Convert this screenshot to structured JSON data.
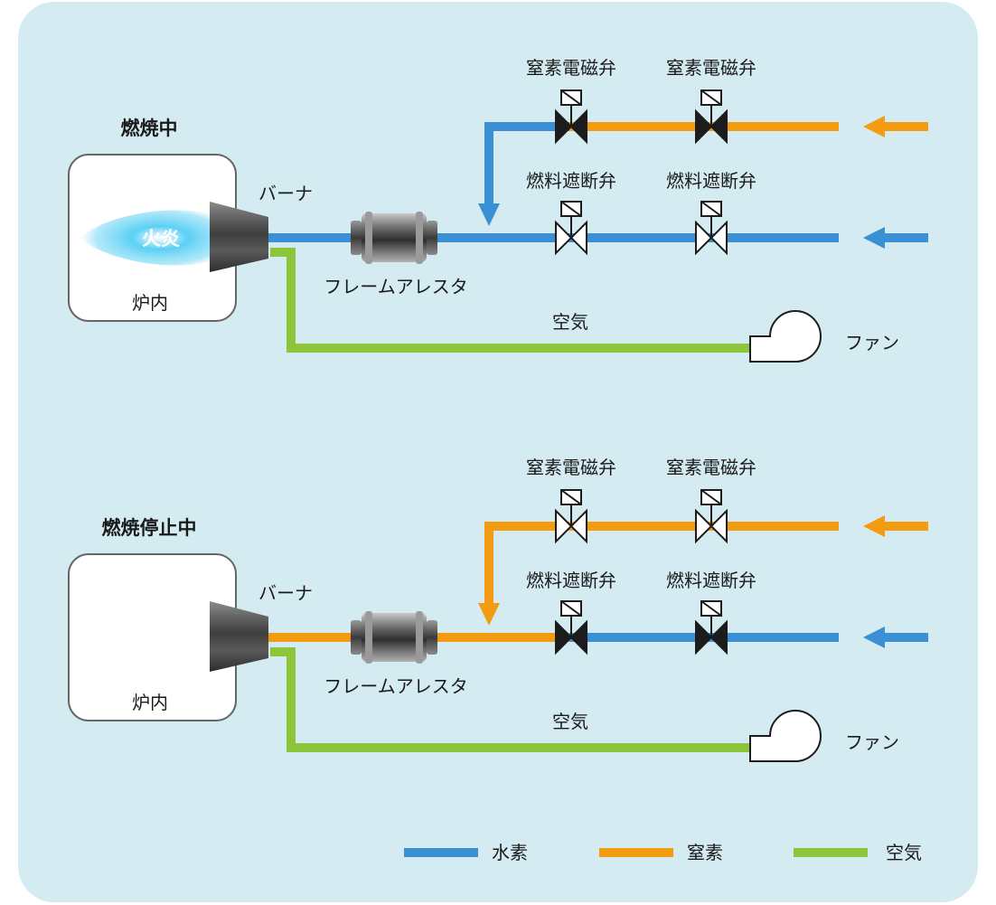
{
  "colors": {
    "background": "#d4ebf2",
    "hydrogen": "#3b8fd4",
    "nitrogen": "#f39c12",
    "air": "#8cc43a",
    "valve_open": "#ffffff",
    "valve_closed": "#1c1c1c",
    "burner": "#555555"
  },
  "panels": [
    {
      "state_title": "燃焼中",
      "furnace_label": "炉内",
      "flame_label": "火炎",
      "burner_label": "バーナ",
      "arrestor_label": "フレームアレスタ",
      "air_label": "空気",
      "fan_label": "ファン",
      "flame_visible": true,
      "nitrogen_valves": [
        {
          "label": "窒素電磁弁",
          "state": "closed"
        },
        {
          "label": "窒素電磁弁",
          "state": "closed"
        }
      ],
      "fuel_valves": [
        {
          "label": "燃料遮断弁",
          "state": "open"
        },
        {
          "label": "燃料遮断弁",
          "state": "open"
        }
      ],
      "branch_color": "hydrogen",
      "fuel_line_color": "hydrogen"
    },
    {
      "state_title": "燃焼停止中",
      "furnace_label": "炉内",
      "flame_label": "",
      "burner_label": "バーナ",
      "arrestor_label": "フレームアレスタ",
      "air_label": "空気",
      "fan_label": "ファン",
      "flame_visible": false,
      "nitrogen_valves": [
        {
          "label": "窒素電磁弁",
          "state": "open"
        },
        {
          "label": "窒素電磁弁",
          "state": "open"
        }
      ],
      "fuel_valves": [
        {
          "label": "燃料遮断弁",
          "state": "closed"
        },
        {
          "label": "燃料遮断弁",
          "state": "closed"
        }
      ],
      "branch_color": "nitrogen",
      "fuel_line_color": "nitrogen"
    }
  ],
  "legend": [
    {
      "label": "水素",
      "color": "hydrogen"
    },
    {
      "label": "窒素",
      "color": "nitrogen"
    },
    {
      "label": "空気",
      "color": "air"
    }
  ]
}
